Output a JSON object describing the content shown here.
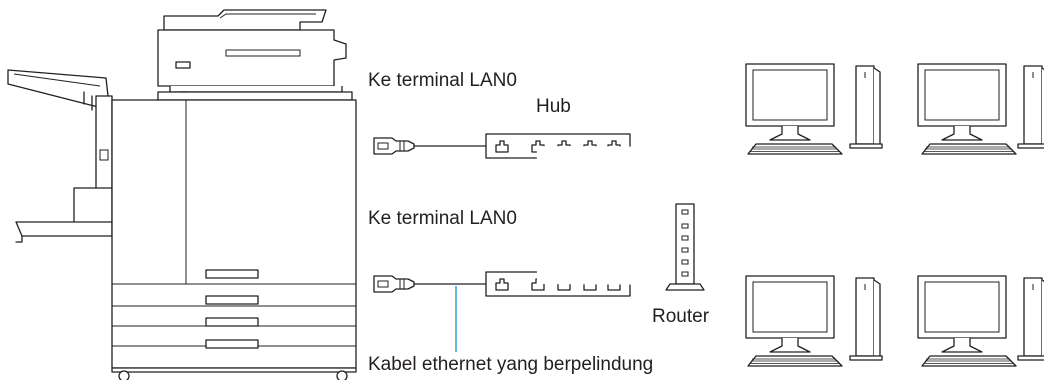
{
  "labels": {
    "lan_top": "Ke terminal LAN0",
    "hub": "Hub",
    "lan_bottom": "Ke terminal LAN0",
    "router": "Router",
    "cable": "Kabel ethernet yang berpelindung"
  },
  "colors": {
    "line": "#231f20",
    "callout": "#3aa6d8",
    "background": "#ffffff"
  },
  "icons": [
    "printer-icon",
    "ethernet-plug-icon",
    "hub-icon",
    "router-icon",
    "monitor-icon",
    "keyboard-icon",
    "pc-tower-icon"
  ]
}
